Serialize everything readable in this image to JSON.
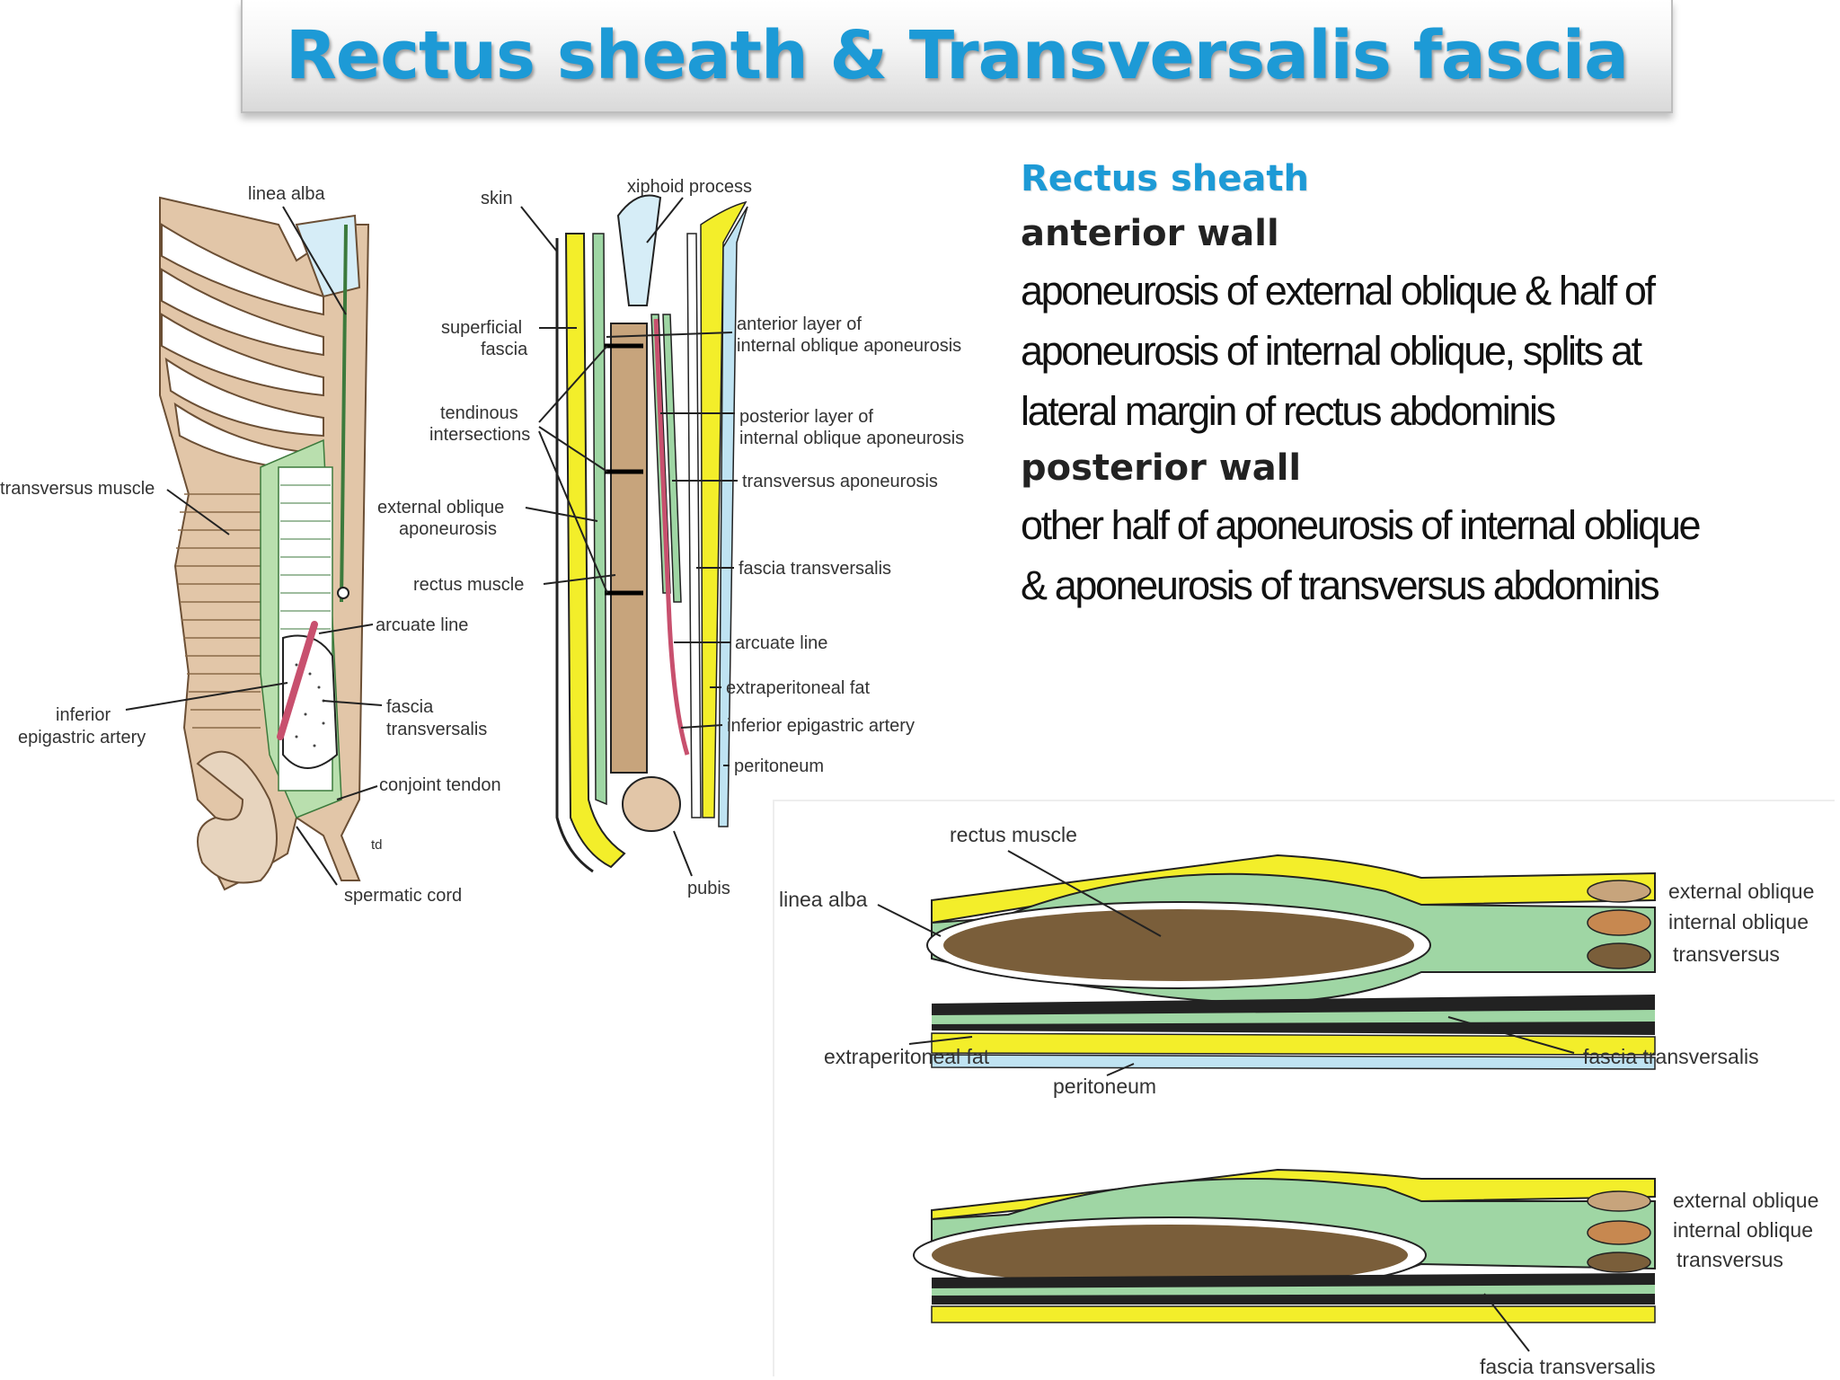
{
  "title": "Rectus sheath & Transversalis fascia",
  "text": {
    "heading": "Rectus sheath",
    "anterior_heading": "anterior wall",
    "anterior_lines": [
      "aponeurosis of external oblique & half of",
      "aponeurosis of internal oblique, splits at",
      "lateral margin of rectus abdominis"
    ],
    "posterior_heading": "posterior wall",
    "posterior_lines": [
      "other half of aponeurosis of internal oblique",
      "& aponeurosis of transversus abdominis"
    ]
  },
  "figure_front": {
    "labels": {
      "linea_alba": "linea alba",
      "transversus_muscle": "transversus muscle",
      "arcuate_line": "arcuate line",
      "inferior": "inferior",
      "epigastric_artery": "epigastric artery",
      "fascia": "fascia",
      "transversalis": "transversalis",
      "conjoint_tendon": "conjoint tendon",
      "spermatic_cord": "spermatic cord",
      "td": "td"
    }
  },
  "figure_sagittal": {
    "labels": {
      "skin": "skin",
      "xiphoid_process": "xiphoid process",
      "superficial": "superficial",
      "fascia": "fascia",
      "tendinous": "tendinous",
      "intersections": "intersections",
      "external_oblique": "external oblique",
      "aponeurosis": "aponeurosis",
      "rectus_muscle": "rectus muscle",
      "anterior_layer_1": "anterior layer of",
      "anterior_layer_2": "internal oblique aponeurosis",
      "posterior_layer_1": "posterior layer of",
      "posterior_layer_2": "internal oblique aponeurosis",
      "transversus_aponeurosis": "transversus aponeurosis",
      "fascia_transversalis": "fascia transversalis",
      "arcuate_line": "arcuate line",
      "extraperitoneal_fat": "extraperitoneal fat",
      "inferior_epigastric_artery": "inferior epigastric artery",
      "peritoneum": "peritoneum",
      "pubis": "pubis"
    }
  },
  "figure_cross_upper": {
    "labels": {
      "rectus_muscle": "rectus muscle",
      "linea_alba": "linea alba",
      "external_oblique": "external oblique",
      "internal_oblique": "internal oblique",
      "transversus": "transversus",
      "extraperitoneal_fat": "extraperitoneal fat",
      "peritoneum": "peritoneum",
      "fascia_transversalis": "fascia transversalis"
    }
  },
  "figure_cross_lower": {
    "labels": {
      "external_oblique": "external oblique",
      "internal_oblique": "internal oblique",
      "transversus": "transversus",
      "fascia_transversalis": "fascia transversalis"
    }
  },
  "colors": {
    "title_blue": "#1d9ad6",
    "aponeurosis_green": "#9fd6a4",
    "fat_yellow": "#f3ee2a",
    "muscle_brown": "#7a5e3a",
    "skin_tan": "#e2c6a8",
    "peritoneum_blue": "#bfe3f2"
  }
}
